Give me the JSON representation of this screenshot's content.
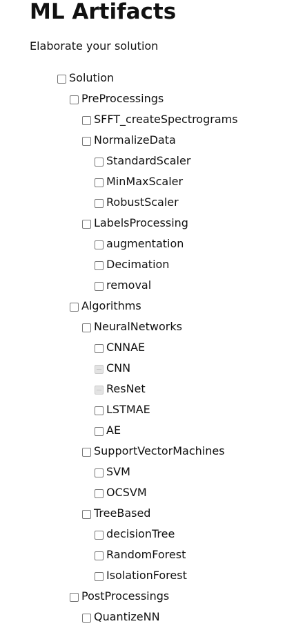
{
  "page": {
    "title": "ML Artifacts",
    "subtitle": "Elaborate your solution"
  },
  "tree": {
    "nodes": [
      {
        "label": "Solution",
        "level": 0,
        "disabled": false
      },
      {
        "label": "PreProcessings",
        "level": 1,
        "disabled": false
      },
      {
        "label": "SFFT_createSpectrograms",
        "level": 2,
        "disabled": false
      },
      {
        "label": "NormalizeData",
        "level": 2,
        "disabled": false
      },
      {
        "label": "StandardScaler",
        "level": 3,
        "disabled": false
      },
      {
        "label": "MinMaxScaler",
        "level": 3,
        "disabled": false
      },
      {
        "label": "RobustScaler",
        "level": 3,
        "disabled": false
      },
      {
        "label": "LabelsProcessing",
        "level": 2,
        "disabled": false
      },
      {
        "label": "augmentation",
        "level": 3,
        "disabled": false
      },
      {
        "label": "Decimation",
        "level": 3,
        "disabled": false
      },
      {
        "label": "removal",
        "level": 3,
        "disabled": false
      },
      {
        "label": "Algorithms",
        "level": 1,
        "disabled": false
      },
      {
        "label": "NeuralNetworks",
        "level": 2,
        "disabled": false
      },
      {
        "label": "CNNAE",
        "level": 3,
        "disabled": false
      },
      {
        "label": "CNN",
        "level": 3,
        "disabled": true
      },
      {
        "label": "ResNet",
        "level": 3,
        "disabled": true
      },
      {
        "label": "LSTMAE",
        "level": 3,
        "disabled": false
      },
      {
        "label": "AE",
        "level": 3,
        "disabled": false
      },
      {
        "label": "SupportVectorMachines",
        "level": 2,
        "disabled": false
      },
      {
        "label": "SVM",
        "level": 3,
        "disabled": false
      },
      {
        "label": "OCSVM",
        "level": 3,
        "disabled": false
      },
      {
        "label": "TreeBased",
        "level": 2,
        "disabled": false
      },
      {
        "label": "decisionTree",
        "level": 3,
        "disabled": false
      },
      {
        "label": "RandomForest",
        "level": 3,
        "disabled": false
      },
      {
        "label": "IsolationForest",
        "level": 3,
        "disabled": false
      },
      {
        "label": "PostProcessings",
        "level": 1,
        "disabled": false
      },
      {
        "label": "QuantizeNN",
        "level": 2,
        "disabled": false
      }
    ]
  }
}
